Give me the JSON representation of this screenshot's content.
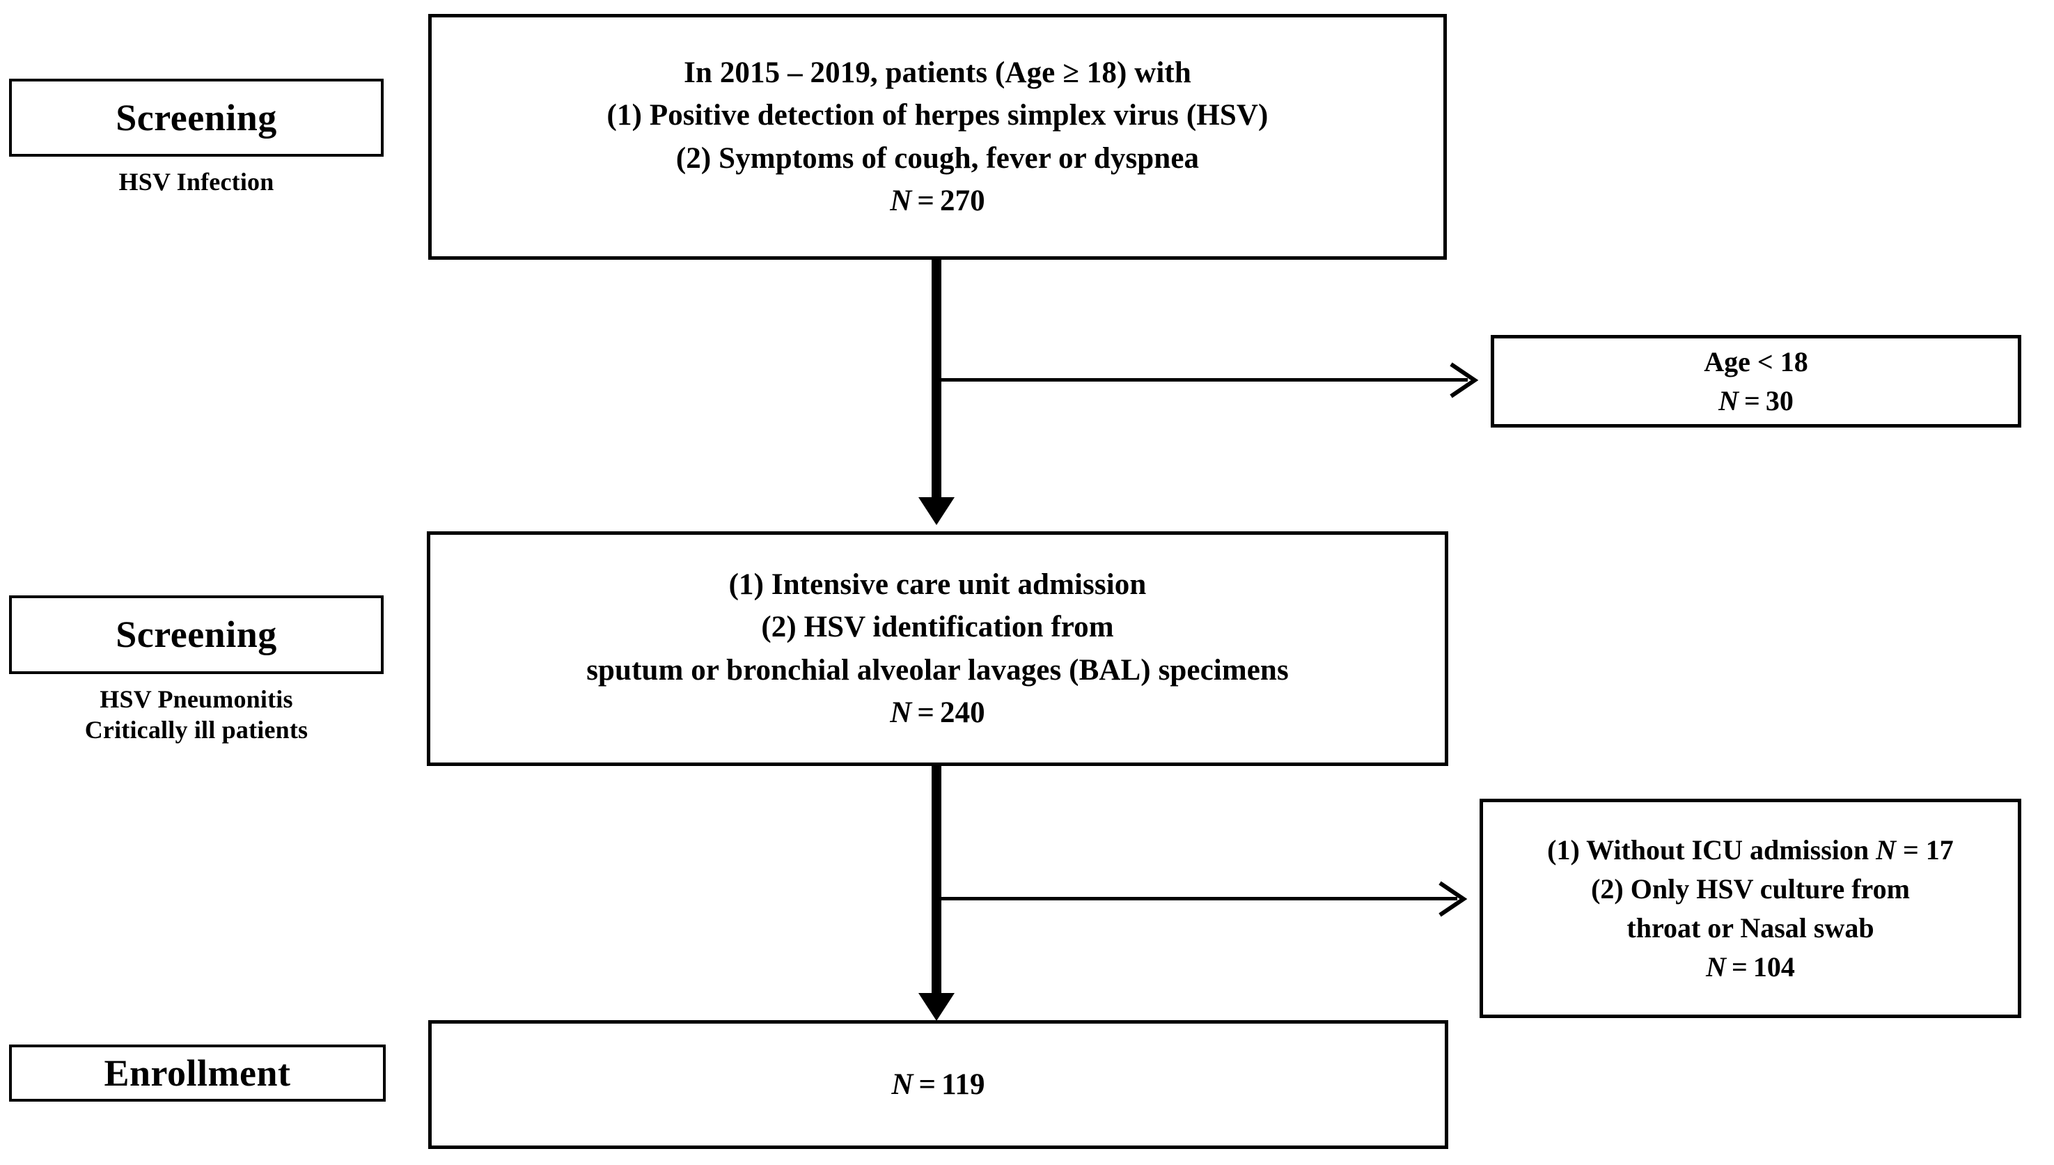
{
  "diagram": {
    "title": "HSV pneumonitis patient enrollment flow chart",
    "stroke_color": "#000000",
    "background_color": "#ffffff"
  },
  "stages": [
    {
      "label": "Screening",
      "caption_lines": [
        "HSV Infection"
      ]
    },
    {
      "label": "Screening",
      "caption_lines": [
        "HSV Pneumonitis",
        "Critically ill patients"
      ]
    },
    {
      "label": "Enrollment",
      "caption_lines": []
    }
  ],
  "main_boxes": [
    {
      "id": "screened-cohort",
      "lines": [
        "In 2015 – 2019, patients (Age ≥ 18) with",
        "(1) Positive detection of herpes simplex virus (HSV)",
        "(2) Symptoms of cough, fever or dyspnea"
      ],
      "count_prefix": "N",
      "count_equals": "=",
      "count_value": "270"
    },
    {
      "id": "icu-hsv-cohort",
      "lines": [
        "(1)   Intensive care unit admission",
        "(2)   HSV identification from",
        "sputum  or bronchial alveolar lavages (BAL) specimens"
      ],
      "count_prefix": "N",
      "count_equals": "=",
      "count_value": "240"
    },
    {
      "id": "enrolled-cohort",
      "lines": [],
      "count_prefix": "N",
      "count_equals": "=",
      "count_value": "119"
    }
  ],
  "exclusions": [
    {
      "id": "exclusion-age",
      "lines": [
        "Age < 18"
      ],
      "count_prefix": "N",
      "count_equals": "=",
      "count_value": "30"
    },
    {
      "id": "exclusion-icu-culture",
      "lines": [
        "(1) Without  ICU admission N = 17",
        "(2) Only HSV culture  from",
        "throat or Nasal swab"
      ],
      "line1_text": "(1) Without  ICU admission ",
      "line1_n": "N",
      "line1_eq": " = 17",
      "line2_text": "(2) Only HSV culture  from",
      "line3_text": "throat or Nasal swab",
      "count_prefix": "N",
      "count_equals": "=",
      "count_value": "104"
    }
  ],
  "connectors": [
    {
      "name": "flow-arrow-1",
      "type": "vertical-arrow"
    },
    {
      "name": "exclusion-arrow-1",
      "type": "horizontal-arrow"
    },
    {
      "name": "flow-arrow-2",
      "type": "vertical-arrow"
    },
    {
      "name": "exclusion-arrow-2",
      "type": "horizontal-arrow"
    }
  ]
}
